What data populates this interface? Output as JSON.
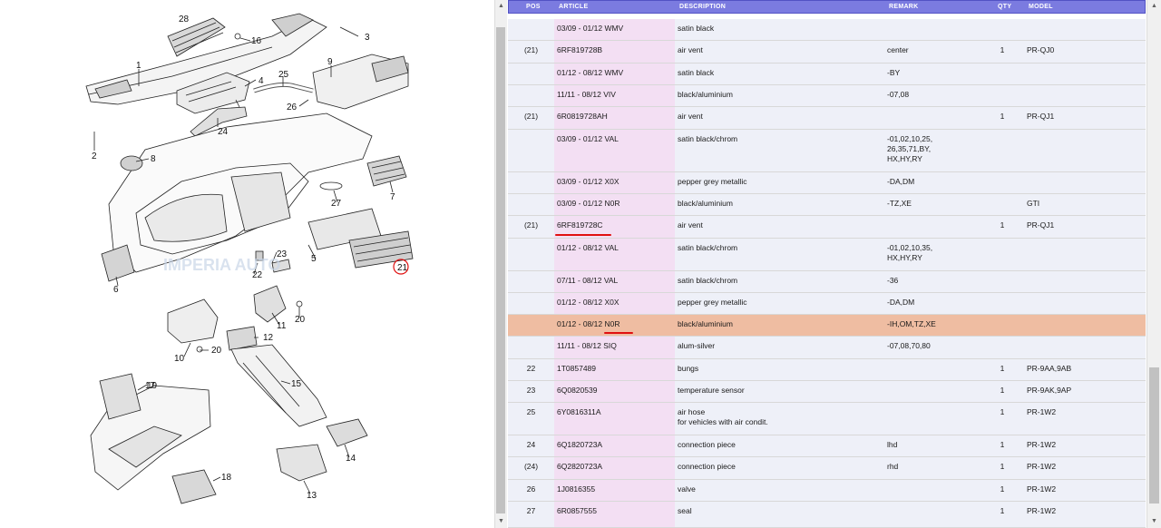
{
  "diagram": {
    "watermark": "IMPERIA AUTO",
    "callouts": [
      "1",
      "2",
      "3",
      "4",
      "5",
      "6",
      "7",
      "8",
      "9",
      "10",
      "11",
      "12",
      "13",
      "14",
      "15",
      "16",
      "17",
      "18",
      "19",
      "20",
      "20",
      "21",
      "22",
      "23",
      "24",
      "25",
      "26",
      "27",
      "28"
    ]
  },
  "table": {
    "headers": {
      "pos": "POS",
      "article": "ARTICLE",
      "description": "DESCRIPTION",
      "remark": "REMARK",
      "qty": "QTY",
      "model": "MODEL"
    },
    "rows": [
      {
        "pos": "",
        "article": "03/09 - 01/12  WMV",
        "description": "satin black",
        "remark": "",
        "qty": "",
        "model": ""
      },
      {
        "pos": "(21)",
        "article": "6RF819728B",
        "description": "air vent",
        "remark": "center",
        "qty": "1",
        "model": "PR-QJ0"
      },
      {
        "pos": "",
        "article": "01/12 - 08/12  WMV",
        "description": "satin black",
        "remark": "-BY",
        "qty": "",
        "model": ""
      },
      {
        "pos": "",
        "article": "11/11 - 08/12  VIV",
        "description": "black/aluminium",
        "remark": "-07,08",
        "qty": "",
        "model": ""
      },
      {
        "pos": "(21)",
        "article": "6R0819728AH",
        "description": "air vent",
        "remark": "",
        "qty": "1",
        "model": "PR-QJ1"
      },
      {
        "pos": "",
        "article": "03/09 - 01/12  VAL",
        "description": "satin black/chrom",
        "remark": "-01,02,10,25,\n26,35,71,BY,\nHX,HY,RY",
        "qty": "",
        "model": ""
      },
      {
        "pos": "",
        "article": "03/09 - 01/12  X0X",
        "description": "pepper grey metallic",
        "remark": "-DA,DM",
        "qty": "",
        "model": ""
      },
      {
        "pos": "",
        "article": "03/09 - 01/12  N0R",
        "description": "black/aluminium",
        "remark": "-TZ,XE",
        "qty": "",
        "model": "GTI"
      },
      {
        "pos": "(21)",
        "article": "6RF819728C",
        "description": "air vent",
        "remark": "",
        "qty": "1",
        "model": "PR-QJ1"
      },
      {
        "pos": "",
        "article": "01/12 - 08/12  VAL",
        "description": "satin black/chrom",
        "remark": "-01,02,10,35,\nHX,HY,RY",
        "qty": "",
        "model": ""
      },
      {
        "pos": "",
        "article": "07/11 - 08/12  VAL",
        "description": "satin black/chrom",
        "remark": "-36",
        "qty": "",
        "model": ""
      },
      {
        "pos": "",
        "article": "01/12 - 08/12  X0X",
        "description": "pepper grey metallic",
        "remark": "-DA,DM",
        "qty": "",
        "model": ""
      },
      {
        "pos": "",
        "article": "01/12 - 08/12  N0R",
        "description": "black/aluminium",
        "remark": "-IH,OM,TZ,XE",
        "qty": "",
        "model": ""
      },
      {
        "pos": "",
        "article": "11/11 - 08/12  SIQ",
        "description": "alum-silver",
        "remark": "-07,08,70,80",
        "qty": "",
        "model": ""
      },
      {
        "pos": "22",
        "article": "1T0857489",
        "description": "bungs",
        "remark": "",
        "qty": "1",
        "model": "PR-9AA,9AB"
      },
      {
        "pos": "23",
        "article": "6Q0820539",
        "description": "temperature sensor",
        "remark": "",
        "qty": "1",
        "model": "PR-9AK,9AP"
      },
      {
        "pos": "25",
        "article": "6Y0816311A",
        "description": "air hose\nfor vehicles with air condit.",
        "remark": "",
        "qty": "1",
        "model": "PR-1W2"
      },
      {
        "pos": "24",
        "article": "6Q1820723A",
        "description": "connection piece",
        "remark": "lhd",
        "qty": "1",
        "model": "PR-1W2"
      },
      {
        "pos": "(24)",
        "article": "6Q2820723A",
        "description": "connection piece",
        "remark": "rhd",
        "qty": "1",
        "model": "PR-1W2"
      },
      {
        "pos": "26",
        "article": "1J0816355",
        "description": "valve",
        "remark": "",
        "qty": "1",
        "model": "PR-1W2"
      },
      {
        "pos": "27",
        "article": "6R0857555",
        "description": "seal",
        "remark": "",
        "qty": "1",
        "model": "PR-1W2"
      }
    ]
  },
  "colors": {
    "header_bg": "#7b7be0",
    "article_band": "#f3dff3",
    "highlight_row": "#efbda2",
    "annotation_red": "#e01010"
  }
}
